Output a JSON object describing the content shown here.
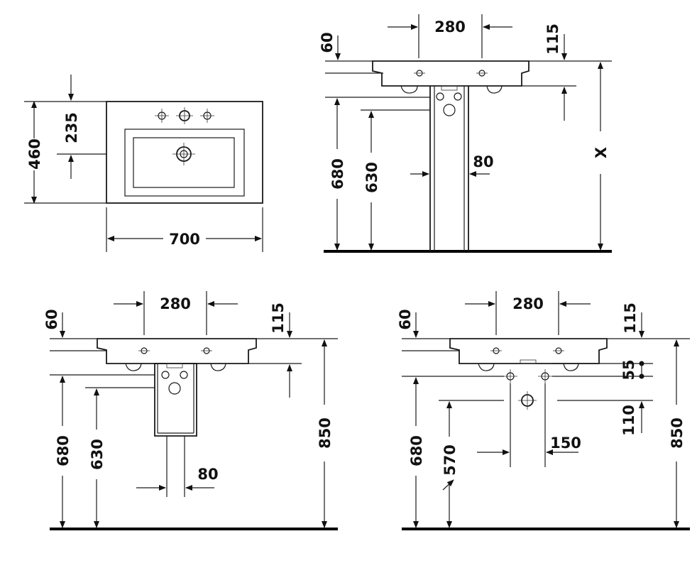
{
  "plan_view": {
    "width_label": "700",
    "depth_label": "460",
    "tap_offset_label": "235"
  },
  "elevation_top": {
    "tap_spacing_label": "280",
    "rim_height_label": "60",
    "tap_depth_label": "115",
    "height_680_label": "680",
    "height_630_label": "630",
    "leg_width_label": "80",
    "variable_height_label": "X"
  },
  "elevation_left": {
    "tap_spacing_label": "280",
    "rim_height_label": "60",
    "tap_depth_label": "115",
    "height_680_label": "680",
    "height_630_label": "630",
    "trap_width_label": "80",
    "total_height_label": "850"
  },
  "elevation_right": {
    "tap_spacing_label": "280",
    "rim_height_label": "60",
    "tap_depth_label": "115",
    "offset_55_label": "55",
    "offset_110_label": "110",
    "spacing_150_label": "150",
    "height_680_label": "680",
    "height_570_label": "570",
    "total_height_label": "850"
  }
}
